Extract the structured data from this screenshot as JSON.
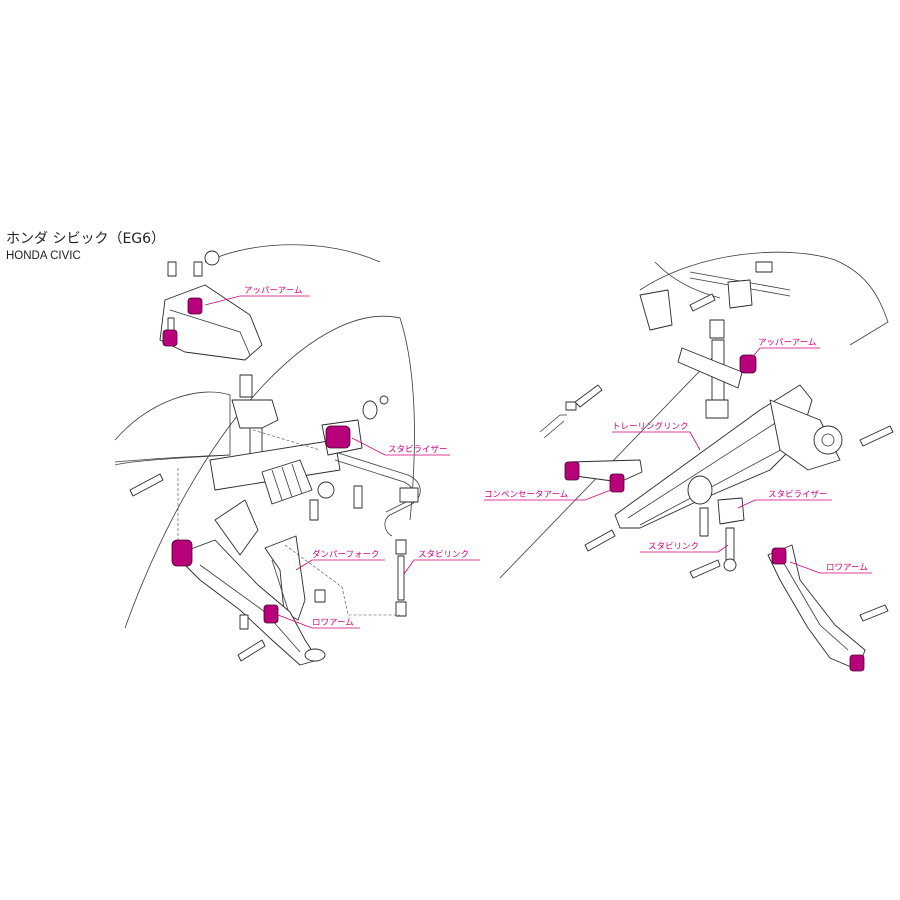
{
  "title": {
    "jp": "ホンダ シビック（EG6）",
    "en": "HONDA CIVIC"
  },
  "labels": {
    "front_upper_arm": "アッパーアーム",
    "front_stabilizer": "スタビライザー",
    "front_damper_fork": "ダンパーフォーク",
    "front_stab_link": "スタビリンク",
    "front_lower_arm": "ロワアーム",
    "rear_upper_arm": "アッパーアーム",
    "rear_trailing_link": "トレーリングリンク",
    "rear_compensator_arm": "コンペンセータアーム",
    "rear_stabilizer": "スタビライザー",
    "rear_stab_link": "スタビリンク",
    "rear_lower_arm": "ロワアーム"
  },
  "colors": {
    "bushing": "#b8007a",
    "label": "#d4007f",
    "line": "#2a2a2a"
  }
}
